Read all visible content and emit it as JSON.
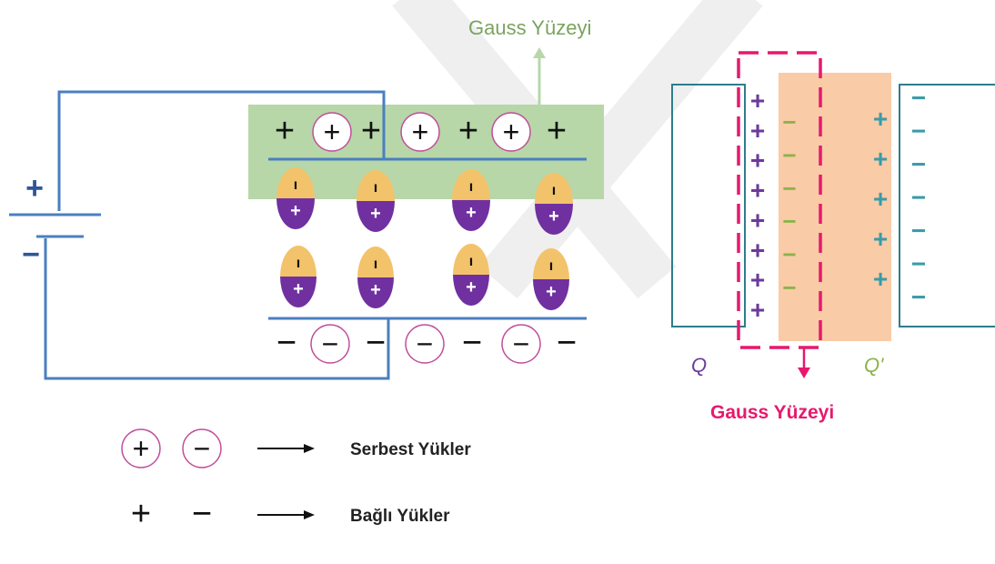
{
  "left_diagram": {
    "gauss_label": "Gauss Yüzeyi",
    "battery": {
      "plus": "+",
      "minus": "−"
    },
    "top_plate": {
      "items": [
        {
          "kind": "bound",
          "sign": "+"
        },
        {
          "kind": "free",
          "sign": "+"
        },
        {
          "kind": "bound",
          "sign": "+"
        },
        {
          "kind": "free",
          "sign": "+"
        },
        {
          "kind": "bound",
          "sign": "+"
        },
        {
          "kind": "free",
          "sign": "+"
        },
        {
          "kind": "bound",
          "sign": "+"
        }
      ]
    },
    "bottom_plate": {
      "items": [
        {
          "kind": "bound",
          "sign": "−"
        },
        {
          "kind": "free",
          "sign": "−"
        },
        {
          "kind": "bound",
          "sign": "−"
        },
        {
          "kind": "free",
          "sign": "−"
        },
        {
          "kind": "bound",
          "sign": "−"
        },
        {
          "kind": "free",
          "sign": "−"
        },
        {
          "kind": "bound",
          "sign": "−"
        }
      ]
    },
    "dipole": {
      "top_sign": "ı",
      "bottom_sign": "+"
    }
  },
  "legend": {
    "free_plus": "+",
    "free_minus": "−",
    "free_label": "Serbest Yükler",
    "bound_plus": "+",
    "bound_minus": "−",
    "bound_label": "Bağlı Yükler"
  },
  "right_diagram": {
    "left_plate_charges": [
      "+",
      "+",
      "+",
      "+",
      "+",
      "+",
      "+",
      "+"
    ],
    "dielectric_left_charges": [
      "−",
      "−",
      "−",
      "−",
      "−",
      "−"
    ],
    "dielectric_right_charges": [
      "+",
      "+",
      "+",
      "+",
      "+"
    ],
    "right_plate_charges": [
      "−",
      "−",
      "−",
      "−",
      "−",
      "−",
      "−"
    ],
    "q_label": "Q",
    "q_prime_label": "Q'",
    "gauss_label": "Gauss Yüzeyi"
  },
  "colors": {
    "wire_blue": "#4a7fc1",
    "gauss_green": "#b7d7a8",
    "gauss_text": "#7aa35e",
    "dipole_yellow": "#f2c36b",
    "dipole_purple": "#7030a0",
    "free_circle_border": "#c04e9a",
    "plate_teal": "#2e7d8c",
    "dielectric_orange": "#f9cba7",
    "gauss_pink": "#e6196e",
    "charge_purple": "#6b3b9a",
    "charge_green": "#8bb34a",
    "charge_teal": "#3a9ba8"
  }
}
